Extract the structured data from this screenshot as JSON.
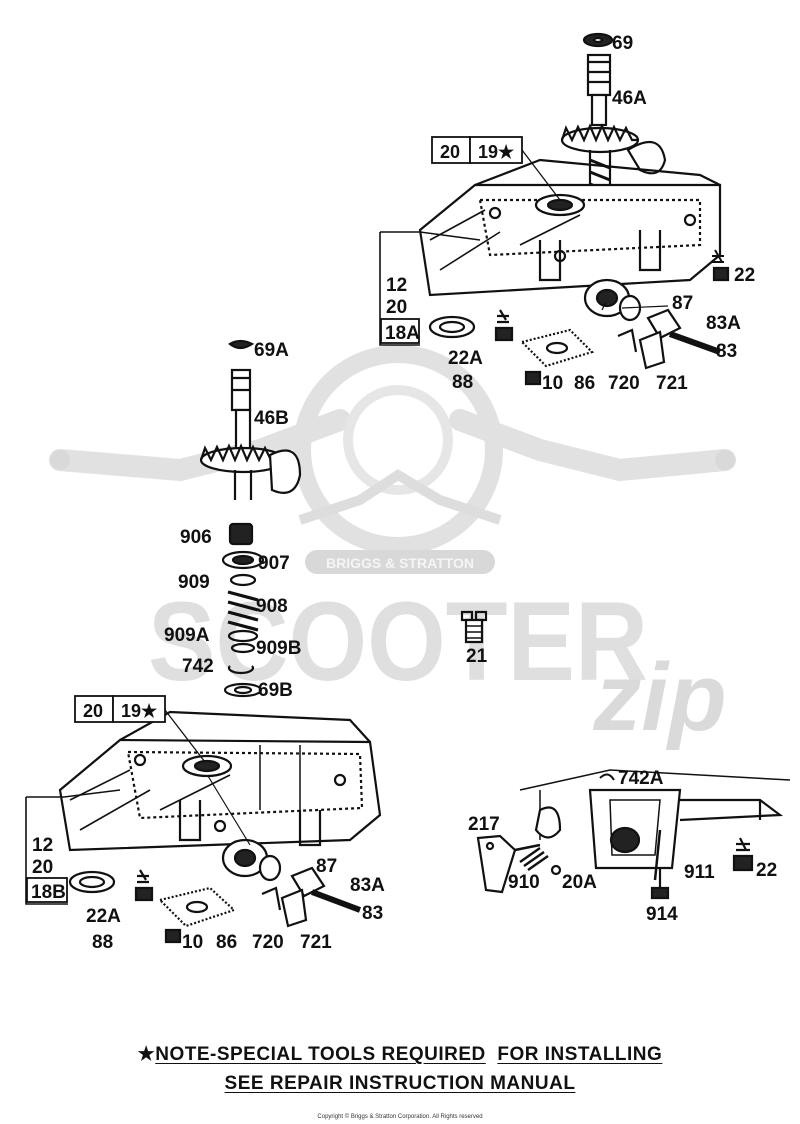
{
  "watermark": {
    "arc_text": "BRIGGS & STRATTON",
    "big_text": "SCOOTER",
    "script_text": "zip",
    "color": "#d9d9d9"
  },
  "labels": {
    "l69": "69",
    "l46A": "46A",
    "l22_top": "22",
    "l87_top": "87",
    "l83A_top": "83A",
    "l83_top": "83",
    "l12_top": "12",
    "l20_top": "20",
    "l18A": "18A",
    "l22A_top": "22A",
    "l88_top": "88",
    "l10_top": "10",
    "l86_top": "86",
    "l720_top": "720",
    "l721_top": "721",
    "l69A": "69A",
    "l46B": "46B",
    "l906": "906",
    "l907": "907",
    "l909": "909",
    "l908": "908",
    "l909A": "909A",
    "l909B": "909B",
    "l742": "742",
    "l69B": "69B",
    "l21": "21",
    "l12_bot": "12",
    "l20_bot": "20",
    "l18B": "18B",
    "l22A_bot": "22A",
    "l88_bot": "88",
    "l10_bot": "10",
    "l86_bot": "86",
    "l720_bot": "720",
    "l721_bot": "721",
    "l87_bot": "87",
    "l83A_bot": "83A",
    "l83_bot": "83",
    "l742A": "742A",
    "l217": "217",
    "l910": "910",
    "l20A": "20A",
    "l911": "911",
    "l22_right": "22",
    "l914": "914"
  },
  "boxes": {
    "top_20": "20",
    "top_19": "19★",
    "bot_20": "20",
    "bot_19": "19★"
  },
  "note": {
    "line1_star": "★",
    "line1_a": "NOTE-SPECIAL TOOLS REQUIRED",
    "line1_b": "FOR INSTALLING",
    "line2": "SEE REPAIR INSTRUCTION MANUAL"
  },
  "copyright": "Copyright © Briggs & Stratton Corporation. All Rights reserved"
}
